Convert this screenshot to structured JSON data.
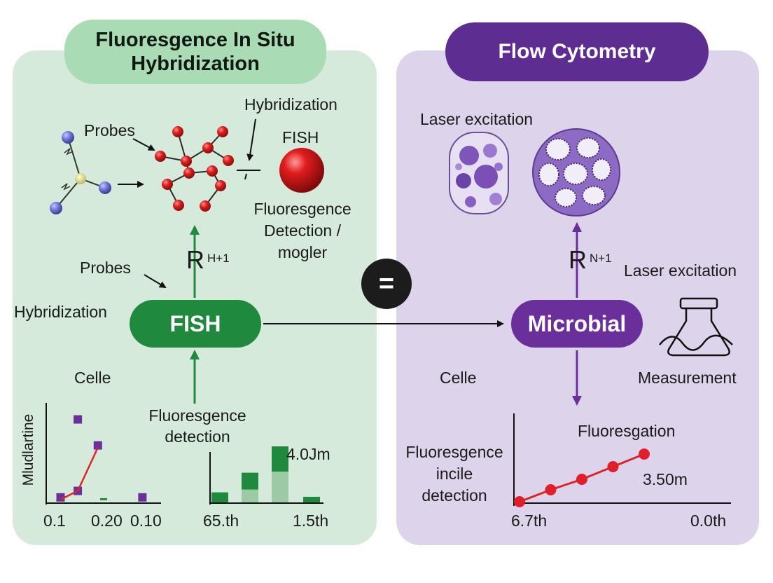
{
  "left_panel": {
    "header": "Fluoresgence In Situ Hybridization",
    "labels": {
      "probes_top": "Probes",
      "hybridization_top": "Hybridization",
      "fish_small": "FISH",
      "fluor_detection_mogler": "Fluoresgence\nDetection /\nmogler",
      "r_base": "R",
      "r_sup": "H+1",
      "probes_mid": "Probes",
      "hybridization_side": "Hybridization",
      "celle": "Celle",
      "fluor_detection": "Fluoresgence\ndetection"
    },
    "node": "FISH",
    "chart_a": {
      "ylabel": "Mludlartine",
      "ticks": [
        "0.1",
        "0.20",
        "0.10"
      ]
    },
    "chart_b": {
      "annotation": "4.0Jm",
      "ticks": [
        "65.th",
        "1.5th"
      ]
    },
    "accent": "#1f8a3e"
  },
  "equals_sign": "=",
  "right_panel": {
    "header": "Flow Cytometry",
    "labels": {
      "laser_top": "Laser excitation",
      "r_base": "R",
      "r_sup": "N+1",
      "laser_side": "Laser excitation",
      "celle": "Celle",
      "measurement": "Measurement",
      "fluor_incile": "Fluoresgence\nincile\ndetection"
    },
    "node": "Microbial",
    "chart": {
      "title": "Fluoresgation",
      "annotation": "3.50m",
      "ticks": [
        "6.7th",
        "0.0th"
      ]
    },
    "accent": "#6a2f9a"
  },
  "chart_data": [
    {
      "type": "scatter",
      "title": "",
      "xlabel": "",
      "ylabel": "Mludlartine",
      "x_tick_labels": [
        "0.1",
        "0.20",
        "0.10"
      ],
      "series": [
        {
          "marker": "square",
          "color": "#6a2f9a",
          "points": [
            [
              1,
              0.1
            ],
            [
              2.2,
              1.9
            ],
            [
              2.2,
              0.25
            ],
            [
              3.6,
              1.3
            ],
            [
              6.7,
              0.1
            ]
          ]
        },
        {
          "marker": "line",
          "color": "#d62828",
          "points": [
            [
              1,
              0.05
            ],
            [
              2.2,
              0.25
            ],
            [
              3.6,
              1.25
            ]
          ]
        }
      ]
    },
    {
      "type": "bar",
      "title": "",
      "annotation": "4.0Jm",
      "x_tick_labels": [
        "65.th",
        "1.5th"
      ],
      "values_dark": [
        0.18,
        0.3,
        0.45,
        0.1
      ],
      "values_light": [
        0.0,
        0.23,
        0.55,
        0.0
      ]
    },
    {
      "type": "line",
      "title": "Fluoresgation",
      "annotation": "3.50m",
      "x_tick_labels": [
        "6.7th",
        "0.0th"
      ],
      "series": [
        {
          "color": "#d62828",
          "x": [
            1,
            2,
            3,
            4,
            5
          ],
          "y": [
            0.0,
            0.17,
            0.32,
            0.5,
            0.68
          ]
        }
      ]
    }
  ]
}
